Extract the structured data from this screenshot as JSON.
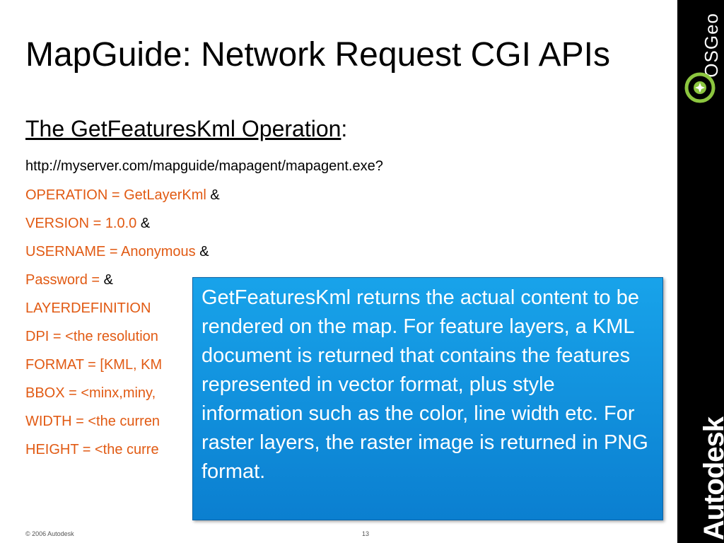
{
  "slide": {
    "title": "MapGuide: Network Request CGI APIs",
    "subtitle_link": "The GetFeaturesKml Operation",
    "subtitle_colon": ":",
    "url": "http://myserver.com/mapguide/mapagent/mapagent.exe?",
    "params": [
      {
        "text": "OPERATION = GetLayerKml",
        "suffix": " &"
      },
      {
        "text": "VERSION = 1.0.0",
        "suffix": " &"
      },
      {
        "text": "USERNAME = Anonymous",
        "suffix": " &"
      },
      {
        "text": "Password =",
        "suffix": " &"
      },
      {
        "text": "LAYERDEFINITION",
        "suffix": ""
      },
      {
        "text": "DPI = <the resolution",
        "suffix": ""
      },
      {
        "text": "FORMAT = [KML, KM",
        "suffix": ""
      },
      {
        "text": "BBOX = <minx,miny,",
        "suffix": ""
      },
      {
        "text": "WIDTH = <the curren",
        "suffix": ""
      },
      {
        "text": "HEIGHT = <the curre",
        "suffix": ""
      }
    ],
    "callout": "GetFeaturesKml returns the actual content to be rendered on the map. For feature layers, a KML document is returned that contains the features represented in vector format, plus style information such as the color, line width etc. For raster layers, the raster image is returned in PNG format.",
    "footer_copyright": "© 2006 Autodesk",
    "page_number": "13"
  },
  "brand": {
    "osgeo": "OSGeo",
    "osgeo_icon": "osgeo-logo-icon",
    "autodesk": "Autodesk"
  },
  "colors": {
    "param": "#e15a13",
    "callout_bg": "#1299e0",
    "sidebar": "#000000"
  }
}
